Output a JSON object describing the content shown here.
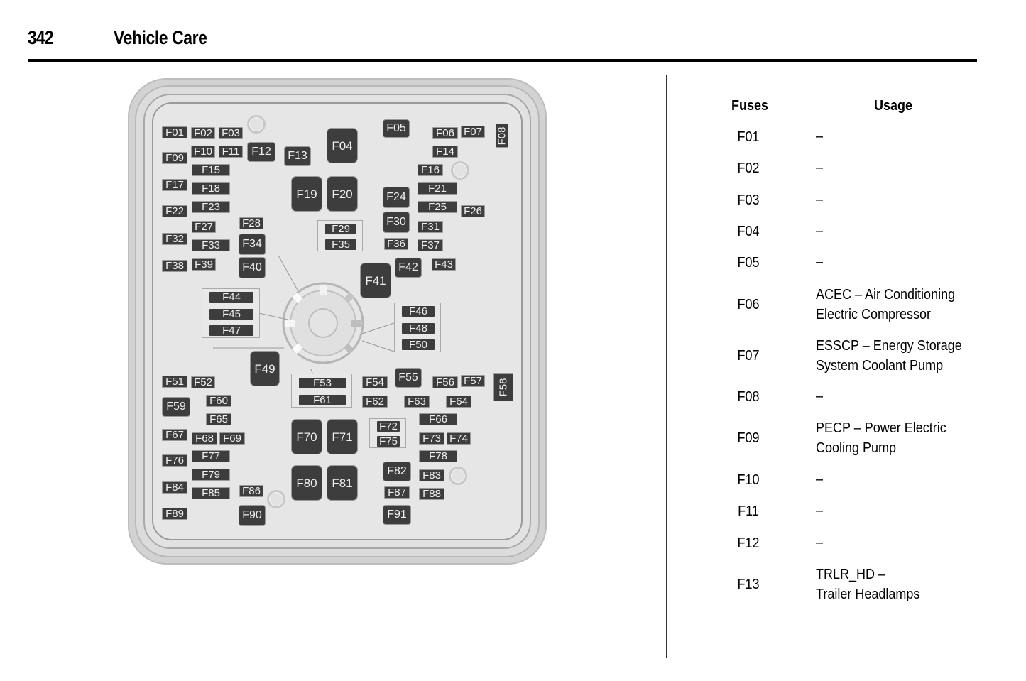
{
  "header": {
    "page_number": "342",
    "section_title": "Vehicle Care"
  },
  "diagram": {
    "fuses": {
      "F01": "F01",
      "F02": "F02",
      "F03": "F03",
      "F04": "F04",
      "F05": "F05",
      "F06": "F06",
      "F07": "F07",
      "F08": "F08",
      "F09": "F09",
      "F10": "F10",
      "F11": "F11",
      "F12": "F12",
      "F13": "F13",
      "F14": "F14",
      "F15": "F15",
      "F16": "F16",
      "F17": "F17",
      "F18": "F18",
      "F19": "F19",
      "F20": "F20",
      "F21": "F21",
      "F22": "F22",
      "F23": "F23",
      "F24": "F24",
      "F25": "F25",
      "F26": "F26",
      "F27": "F27",
      "F28": "F28",
      "F29": "F29",
      "F30": "F30",
      "F31": "F31",
      "F32": "F32",
      "F33": "F33",
      "F34": "F34",
      "F35": "F35",
      "F36": "F36",
      "F37": "F37",
      "F38": "F38",
      "F39": "F39",
      "F40": "F40",
      "F41": "F41",
      "F42": "F42",
      "F43": "F43",
      "F44": "F44",
      "F45": "F45",
      "F46": "F46",
      "F47": "F47",
      "F48": "F48",
      "F49": "F49",
      "F50": "F50",
      "F51": "F51",
      "F52": "F52",
      "F53": "F53",
      "F54": "F54",
      "F55": "F55",
      "F56": "F56",
      "F57": "F57",
      "F58": "F58",
      "F59": "F59",
      "F60": "F60",
      "F61": "F61",
      "F62": "F62",
      "F63": "F63",
      "F64": "F64",
      "F65": "F65",
      "F66": "F66",
      "F67": "F67",
      "F68": "F68",
      "F69": "F69",
      "F70": "F70",
      "F71": "F71",
      "F72": "F72",
      "F73": "F73",
      "F74": "F74",
      "F75": "F75",
      "F76": "F76",
      "F77": "F77",
      "F78": "F78",
      "F79": "F79",
      "F80": "F80",
      "F81": "F81",
      "F82": "F82",
      "F83": "F83",
      "F84": "F84",
      "F85": "F85",
      "F86": "F86",
      "F87": "F87",
      "F88": "F88",
      "F89": "F89",
      "F90": "F90",
      "F91": "F91"
    }
  },
  "table": {
    "headers": {
      "fuses": "Fuses",
      "usage": "Usage"
    },
    "rows": [
      {
        "fuse": "F01",
        "usage": "–"
      },
      {
        "fuse": "F02",
        "usage": "–"
      },
      {
        "fuse": "F03",
        "usage": "–"
      },
      {
        "fuse": "F04",
        "usage": "–"
      },
      {
        "fuse": "F05",
        "usage": "–"
      },
      {
        "fuse": "F06",
        "usage": "ACEC – Air Conditioning\nElectric Compressor"
      },
      {
        "fuse": "F07",
        "usage": "ESSCP – Energy Storage\nSystem Coolant Pump"
      },
      {
        "fuse": "F08",
        "usage": "–"
      },
      {
        "fuse": "F09",
        "usage": "PECP – Power Electric\nCooling Pump"
      },
      {
        "fuse": "F10",
        "usage": "–"
      },
      {
        "fuse": "F11",
        "usage": "–"
      },
      {
        "fuse": "F12",
        "usage": "–"
      },
      {
        "fuse": "F13",
        "usage": "TRLR_HD –\nTrailer Headlamps"
      }
    ]
  }
}
